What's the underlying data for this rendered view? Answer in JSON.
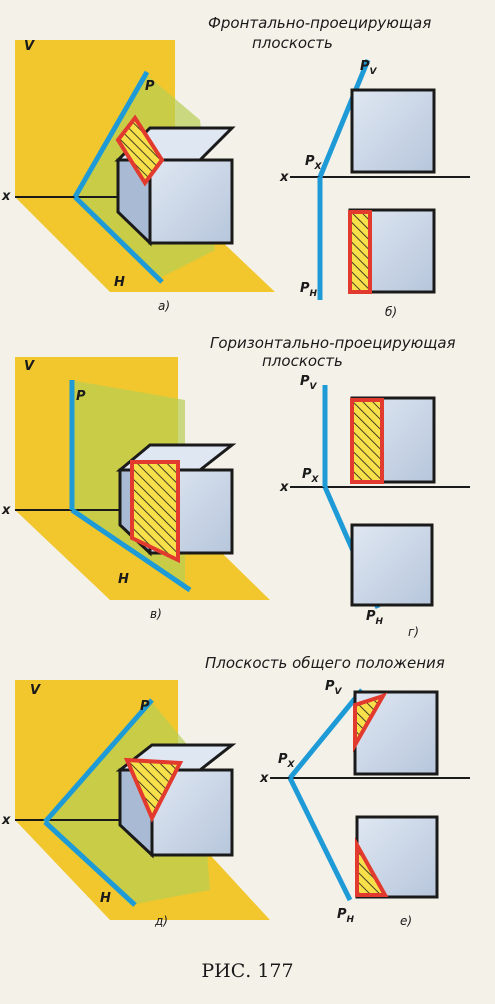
{
  "titles": {
    "frontal": "Фронтально-проецирующая",
    "frontal_2": "плоскость",
    "horizontal": "Горизонтально-проецирующая",
    "horizontal_2": "плоскость",
    "general": "Плоскость общего положения"
  },
  "labels": {
    "V": "V",
    "H": "H",
    "P": "P",
    "x": "x",
    "PV": "P",
    "PV_sub": "V",
    "PH": "P",
    "PH_sub": "H",
    "PX": "P",
    "PX_sub": "X"
  },
  "subfig": {
    "a": "а)",
    "b": "б)",
    "v": "в)",
    "g": "г)",
    "d": "д)",
    "e": "е)"
  },
  "caption": "РИС. 177",
  "colors": {
    "plane_yellow": "#f2c72e",
    "plane_blue": "#1e9bd7",
    "cube_face": "#c9d6e8",
    "section_red": "#e23a2e",
    "hatch": "#f7e04a"
  }
}
